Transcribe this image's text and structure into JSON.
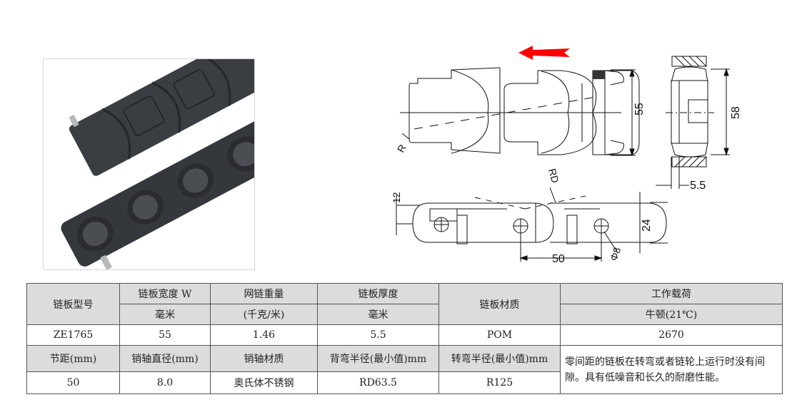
{
  "photo": {
    "alt": "black plastic slat chain product photo",
    "colors": {
      "chain": "#3a3d42",
      "chain_shadow": "#25272b",
      "pin": "#b8b8b8",
      "border": "#d6d6d6"
    }
  },
  "drawing": {
    "direction_arrow": {
      "icon": "arrow-left-icon",
      "color": "#ff0000"
    },
    "top_view": {
      "width_dim": "55",
      "radius_label": "R"
    },
    "side_view": {
      "height_dim": "12",
      "thickness_dim": "24",
      "pitch_dim": "50",
      "pin_diameter": "Φ8",
      "backflex_label": "RD"
    },
    "end_view": {
      "overall_dim": "58",
      "plate_thickness_dim": "5.5"
    }
  },
  "table": {
    "row1": {
      "model_header": "链板型号",
      "width_header": "链板宽度 W",
      "weight_header": "网链重量",
      "thickness_header": "链板厚度",
      "material_header": "链板材质",
      "load_header": "工作载荷"
    },
    "row2": {
      "width_unit": "毫米",
      "weight_unit": "(千克/米)",
      "thickness_unit": "毫米",
      "load_unit": "牛顿(21℃)"
    },
    "row3": {
      "model": "ZE1765",
      "width": "55",
      "weight": "1.46",
      "thickness": "5.5",
      "material": "POM",
      "load": "2670"
    },
    "row4": {
      "pitch_header": "节距(mm)",
      "pin_diameter_header": "销轴直径(mm)",
      "pin_material_header": "销轴材质",
      "backflex_header": "背弯半径(最小值)mm",
      "side_radius_header": "转弯半径(最小值)mm"
    },
    "row5": {
      "pitch": "50",
      "pin_diameter": "8.0",
      "pin_material": "奥氏体不锈钢",
      "backflex": "RD63.5",
      "side_radius": "R125"
    },
    "description": "零间距的链板在转弯或者链轮上运行时没有间隙。具有低噪音和长久的耐磨性能。"
  },
  "colors": {
    "header_bg": "#dcdcdc",
    "border": "#555555",
    "arrow": "#ff0000"
  }
}
